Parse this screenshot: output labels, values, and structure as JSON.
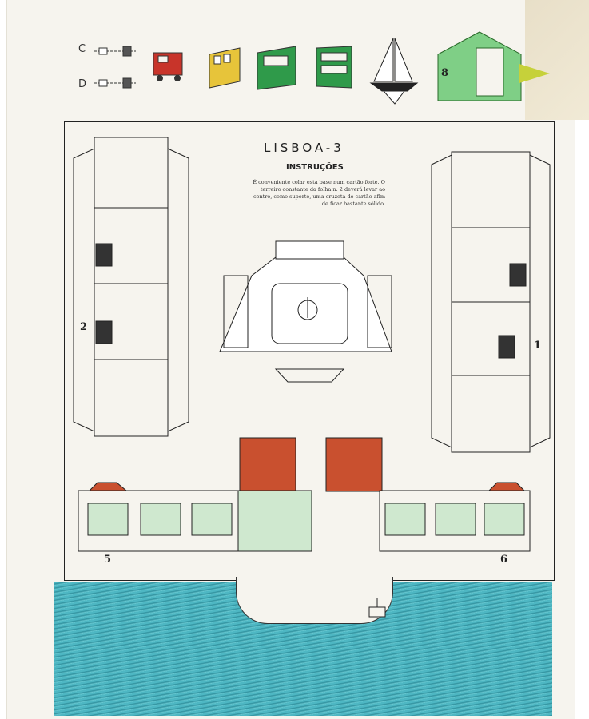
{
  "sheet": {
    "title": "LISBOA-3",
    "subtitle": "INSTRUÇÕES",
    "instructions": "É conveniente colar esta base num cartão forte. O terreiro constante da folha n. 2 deverá levar ao centro, como suporte, uma cruzeta de cartão afim de ficar bastante sólido.",
    "letters": [
      "C",
      "D"
    ],
    "numbers": {
      "part_2": "2",
      "part_1": "1",
      "part_5": "5",
      "part_6": "6",
      "part_8": "8"
    }
  },
  "colors": {
    "paper": "#f6f4ee",
    "ink": "#222222",
    "roof": "#c9502f",
    "building_green": "#cfe8cf",
    "water": "#4eb7c3",
    "car_red": "#c8342a",
    "tram_yellow": "#e7c43a",
    "bus_green": "#2f9a4a"
  }
}
